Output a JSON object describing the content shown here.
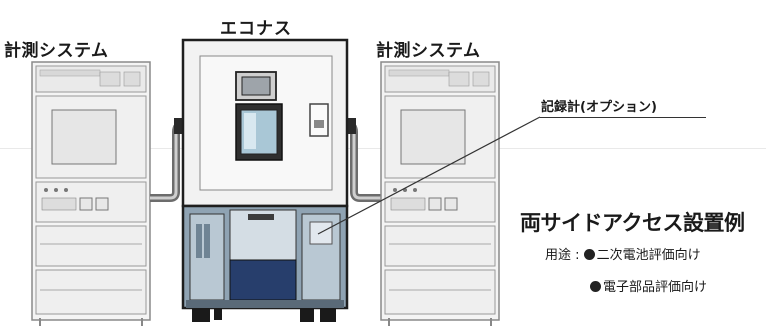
{
  "labels": {
    "measurement_system_left": "計測システム",
    "econas": "エコナス",
    "measurement_system_right": "計測システム",
    "recorder": "記録計(オプション)"
  },
  "example": {
    "title": "両サイドアクセス設置例",
    "usage_label": "用途 :",
    "uses": [
      "二次電池評価向け",
      "電子部品評価向け"
    ]
  }
}
